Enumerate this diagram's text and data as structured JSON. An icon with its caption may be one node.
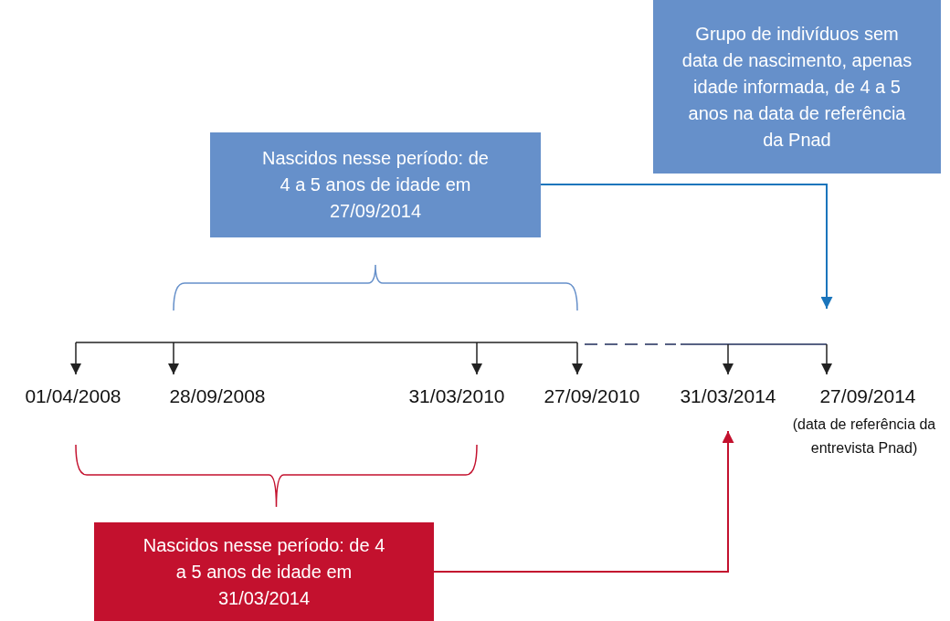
{
  "diagram": {
    "nodes": [
      {
        "text": [
          "Nascidos nesse período: de 4 a 5 anos de idade em 27/09/2014"
        ]
      },
      {
        "text": [
          "Grupo de indivíduos sem data de nascimento, apenas idade informada, de 4 a 5 anos na data de referência da Pnad"
        ]
      },
      {
        "text": [
          "Nascidos nesse período: de 4 a 5 anos de idade em 31/03/2014"
        ]
      },
      {
        "text": [
          "31/03/2014"
        ]
      }
    ],
    "edges": [
      {
        "from": 0,
        "to": null,
        "arrow": "to",
        "color": "#1a75bc"
      },
      {
        "from": 2,
        "to": 3,
        "arrow": "to",
        "color": "#c3112e"
      }
    ],
    "labels": [
      "01/04/2008",
      "28/09/2008",
      "31/03/2010",
      "27/09/2010",
      "27/09/2014",
      "(data de referência da entrevista Pnad)"
    ]
  }
}
